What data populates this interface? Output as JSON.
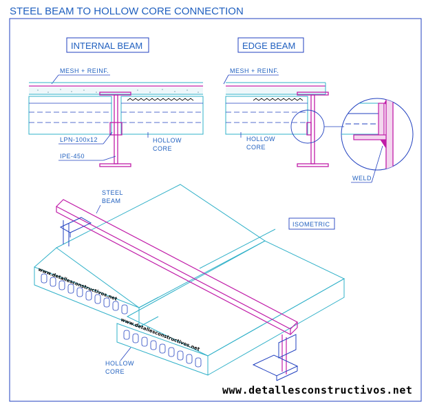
{
  "title": "STEEL BEAM TO HOLLOW CORE CONNECTION",
  "labels": {
    "internal_beam": "INTERNAL BEAM",
    "edge_beam": "EDGE BEAM",
    "mesh_internal": "MESH + REINF.",
    "mesh_edge": "MESH + REINF.",
    "lpn": "LPN-100x12",
    "ipe": "IPE-450",
    "hollow_core_internal_1": "HOLLOW",
    "hollow_core_internal_2": "CORE",
    "hollow_core_edge_1": "HOLLOW",
    "hollow_core_edge_2": "CORE",
    "weld": "WELD",
    "steel_beam_1": "STEEL",
    "steel_beam_2": "BEAM",
    "isometric": "ISOMETRIC",
    "hollow_core_iso_1": "HOLLOW",
    "hollow_core_iso_2": "CORE"
  },
  "watermark": "www.detallesconstructivos.net",
  "footer_url": "www.detallesconstructivos.net",
  "colors": {
    "text": "#1f5fbf",
    "steel": "#c01ca8",
    "slab": "#2fb0c8",
    "frame": "#1f3fbf"
  }
}
